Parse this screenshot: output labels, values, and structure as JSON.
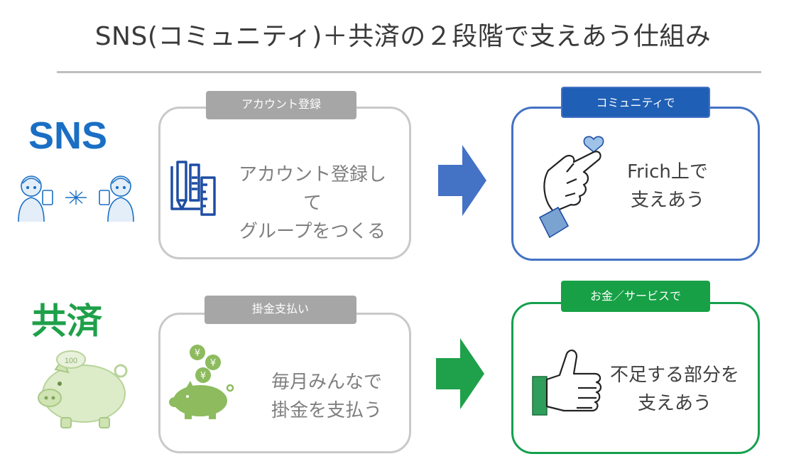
{
  "title": "SNS(コミュニティ)＋共済の２段階で支えあう仕組み",
  "rows": {
    "sns": {
      "label": "SNS",
      "step1": {
        "tag": "アカウント登録",
        "text_line1": "アカウント登録して",
        "text_line2": "グループをつくる"
      },
      "step2": {
        "tag": "コミュニティで",
        "text_line1": "Frich上で",
        "text_line2": "支えあう"
      }
    },
    "kyosai": {
      "label": "共済",
      "step1": {
        "tag": "掛金支払い",
        "text_line1": "毎月みんなで",
        "text_line2": "掛金を支払う"
      },
      "step2": {
        "tag": "お金／サービスで",
        "text_line1": "不足する部分を",
        "text_line2": "支えあう"
      }
    }
  },
  "coin_label": "100",
  "yen_symbol": "¥",
  "icons": {
    "sns_illustration": "people-connecting-phones-icon",
    "account": "pencil-ruler-tools-icon",
    "community": "finger-heart-hand-icon",
    "kyosai_illustration": "piggy-bank-coin-icon",
    "payment": "piggy-bank-yen-coins-icon",
    "support": "thumbs-up-hand-icon",
    "arrows": "right-arrow-icon"
  },
  "colors": {
    "sns_blue": "#1a6fc4",
    "kyosai_green": "#1fa04a",
    "arrow_blue": "#4472c4",
    "arrow_green": "#1fa04a",
    "grey_tag": "#a6a6a6"
  }
}
